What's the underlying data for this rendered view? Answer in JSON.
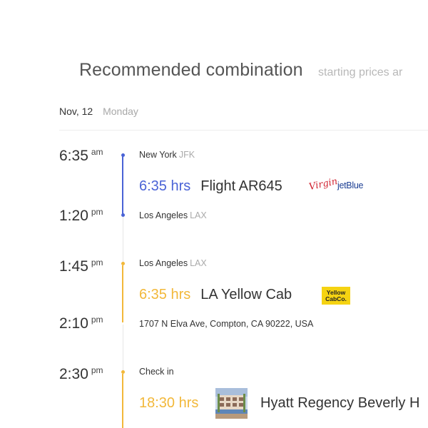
{
  "header": {
    "title": "Recommended combination",
    "subtitle": "starting prices ar"
  },
  "date": {
    "date": "Nov, 12",
    "day": "Monday"
  },
  "segments": [
    {
      "type": "flight",
      "color": "#4a63d6",
      "start": {
        "time": "6:35",
        "ampm": "am",
        "place": "New York",
        "code": "JFK"
      },
      "end": {
        "time": "1:20",
        "ampm": "pm",
        "place": "Los Angeles",
        "code": "LAX"
      },
      "duration": "6:35 hrs",
      "name": "Flight AR645",
      "logos": [
        "Virgin",
        "jetBlue"
      ]
    },
    {
      "type": "cab",
      "color": "#f2b83a",
      "start": {
        "time": "1:45",
        "ampm": "pm",
        "place": "Los Angeles",
        "code": "LAX"
      },
      "end": {
        "time": "2:10",
        "ampm": "pm",
        "place": "1707 N Elva Ave, Compton, CA 90222, USA",
        "code": ""
      },
      "duration": "6:35 hrs",
      "name": "LA Yellow Cab",
      "logos": [
        "Yellow",
        "CabCo."
      ]
    },
    {
      "type": "hotel",
      "color": "#f2b83a",
      "start": {
        "time": "2:30",
        "ampm": "pm",
        "place": "Check in",
        "code": ""
      },
      "duration": "18:30 hrs",
      "name": "Hyatt Regency Beverly H",
      "thumbnail": "hotel-photo"
    }
  ]
}
